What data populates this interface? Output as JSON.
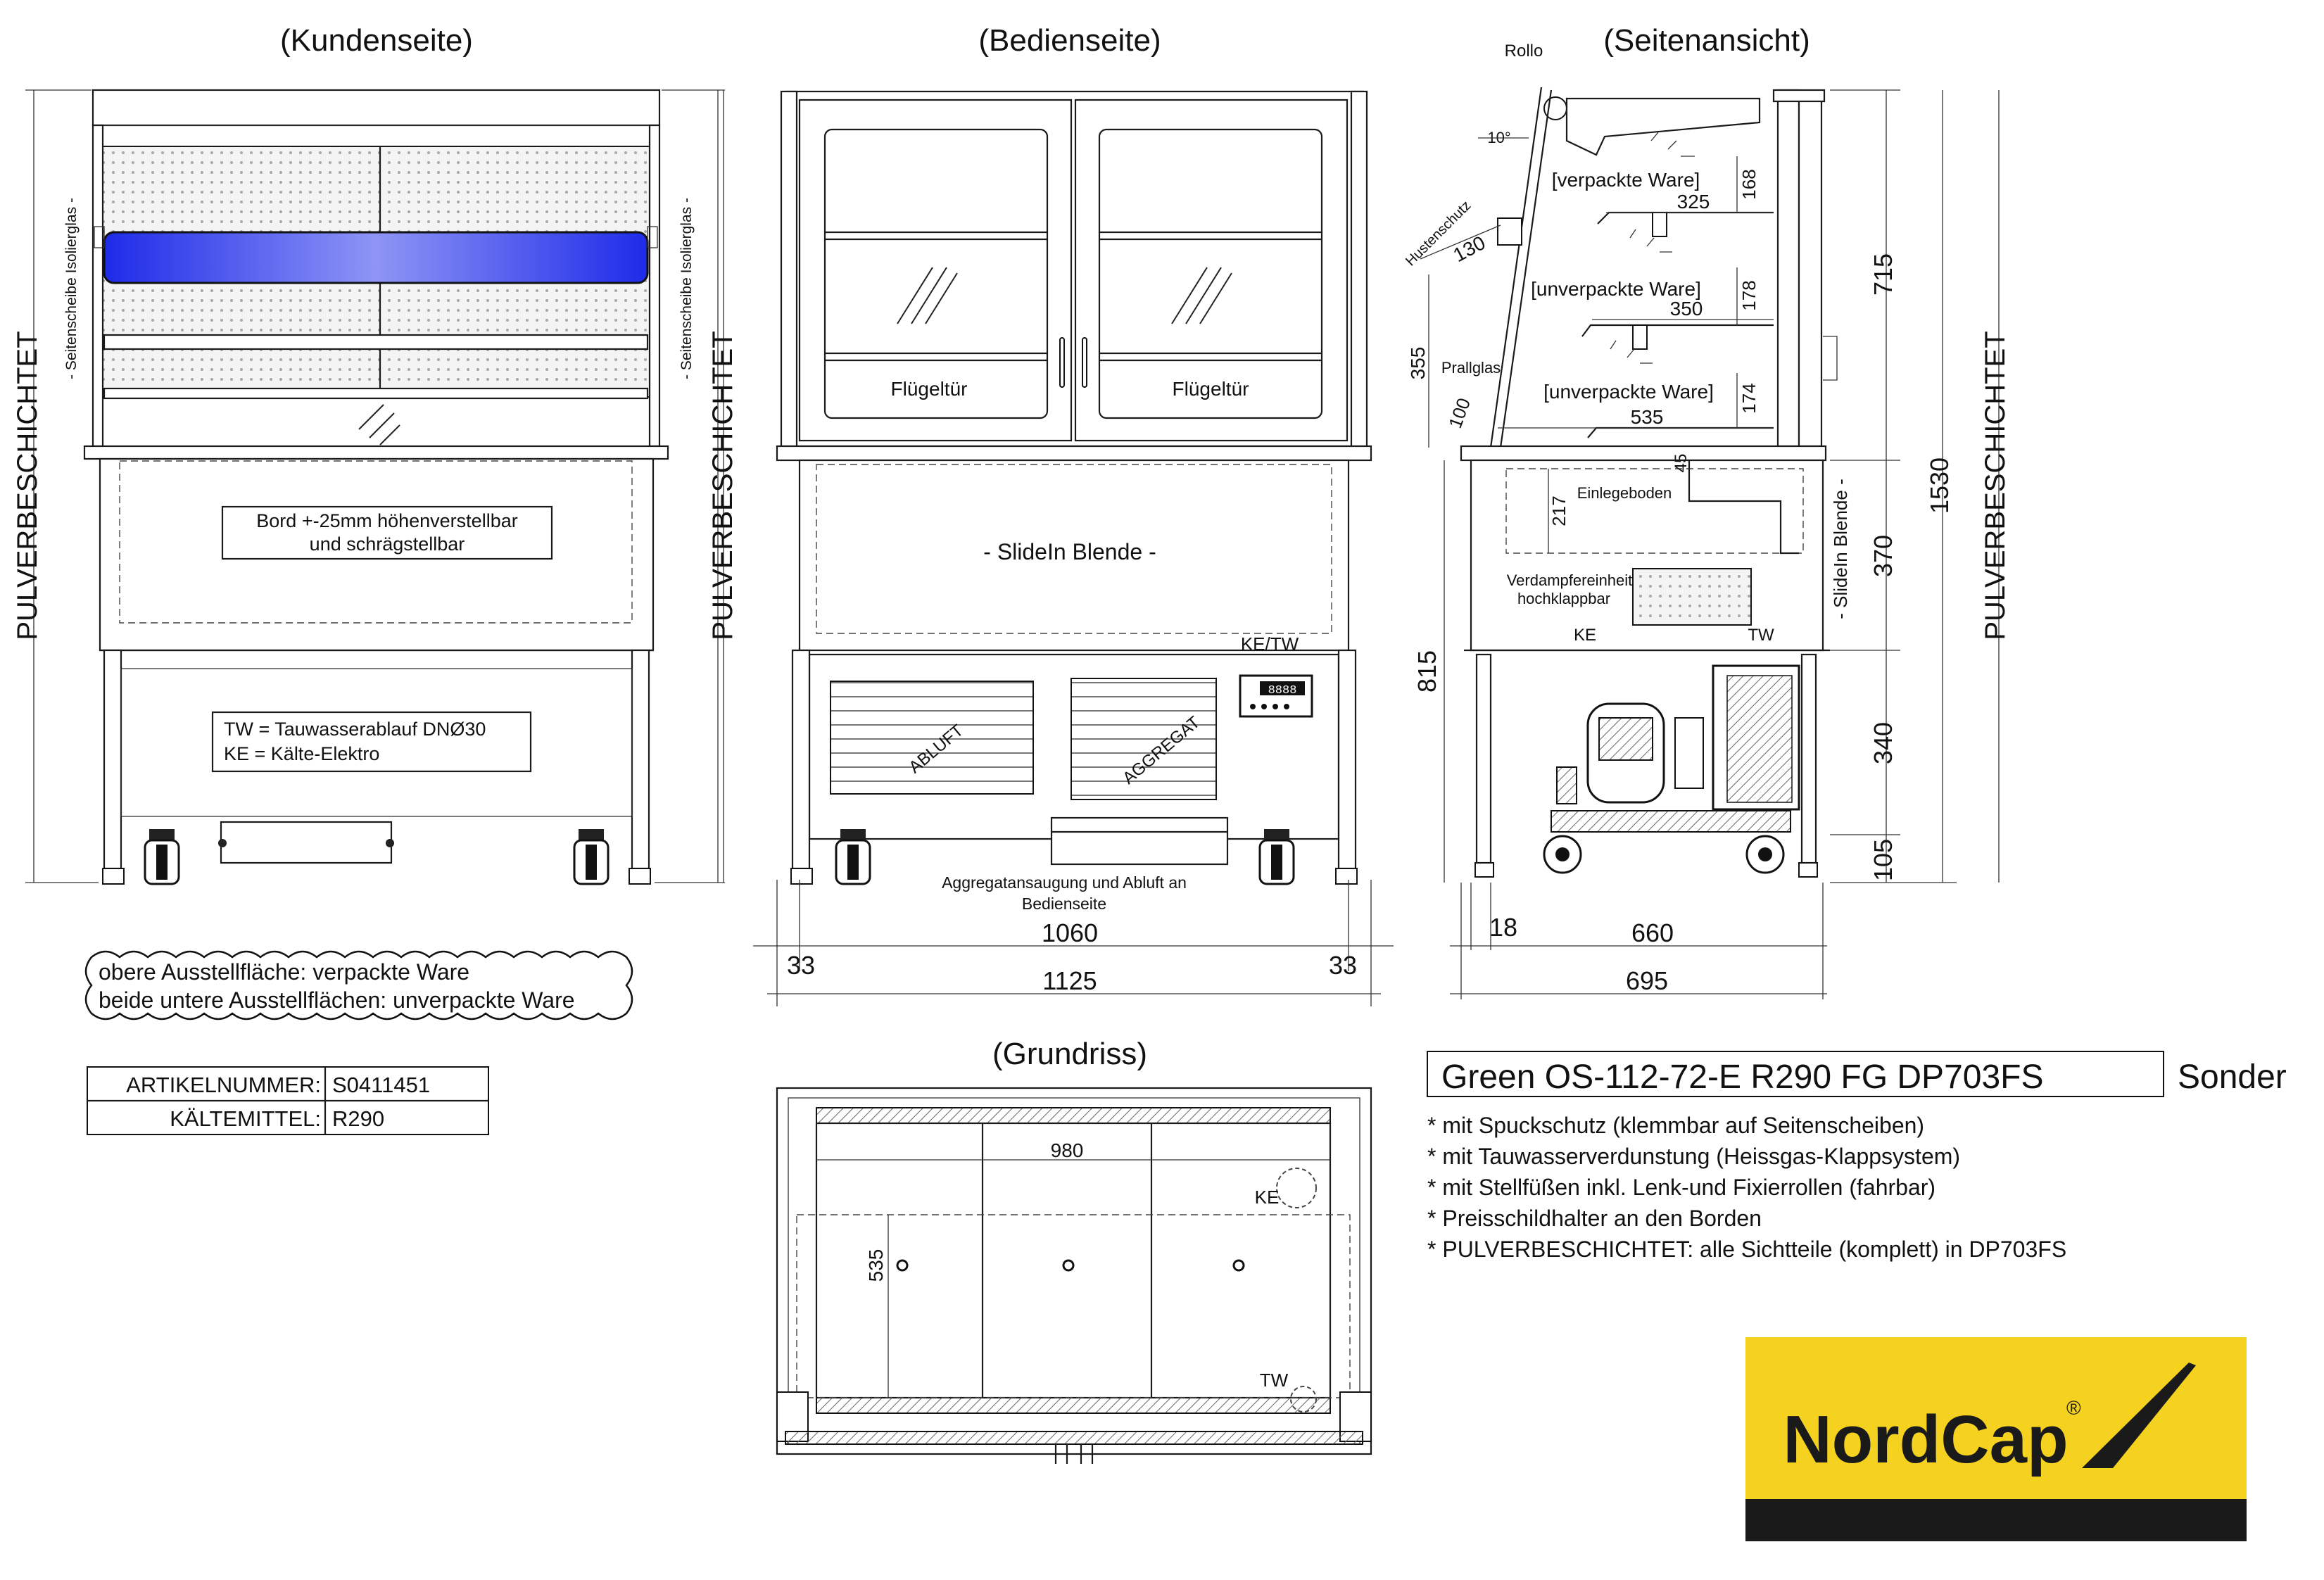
{
  "views": {
    "customer": "(Kundenseite)",
    "operator": "(Bedienseite)",
    "side": "(Seitenansicht)",
    "plan": "(Grundriss)"
  },
  "customer": {
    "side_left": "PULVERBESCHICHTET",
    "glass_left": "- Seitenscheibe Isolierglas -",
    "glass_right": "- Seitenscheibe Isolierglas -",
    "side_right": "PULVERBESCHICHTET",
    "shelf_note_1": "Bord +-25mm höhenverstellbar",
    "shelf_note_2": "und schrägstellbar",
    "legend_1": "TW = Tauwasserablauf DNØ30",
    "legend_2": "KE = Kälte-Elektro"
  },
  "operator": {
    "door_left": "Flügeltür",
    "door_right": "Flügeltür",
    "blende": "- SlideIn Blende -",
    "ke_tw": "KE/TW",
    "abluft": "ABLUFT",
    "aggregat": "AGGREGAT",
    "controller": "8888",
    "note_1": "Aggregatansaugung und Abluft an",
    "note_2": "Bedienseite",
    "dim_width_inner": "1060",
    "dim_left": "33",
    "dim_right": "33",
    "dim_width_total": "1125"
  },
  "side": {
    "rollo": "Rollo",
    "angle": "10°",
    "hustenschutz": "Hustenschutz",
    "dim_130": "130",
    "pralglas": "Prallglas",
    "dim_355": "355",
    "dim_100": "100",
    "shelf1": "[verpackte Ware]",
    "shelf2": "[unverpackte Ware]",
    "shelf3": "[unverpackte Ware]",
    "dim_325": "325",
    "dim_350": "350",
    "dim_535": "535",
    "dim_168": "168",
    "dim_178": "178",
    "dim_174": "174",
    "dim_45": "45",
    "dim_217": "217",
    "einlegeboden": "Einlegeboden",
    "verdampfer_1": "Verdampfereinheit",
    "verdampfer_2": "hochklappbar",
    "ke": "KE",
    "tw": "TW",
    "slidein": "- SlideIn Blende -",
    "dim_815": "815",
    "dim_715": "715",
    "dim_370": "370",
    "dim_340": "340",
    "dim_105": "105",
    "dim_1530": "1530",
    "side_right": "PULVERBESCHICHTET",
    "dim_18": "18",
    "dim_660": "660",
    "dim_695": "695"
  },
  "cloud": {
    "line1": "obere Ausstellfläche: verpackte Ware",
    "line2": "beide untere Ausstellflächen: unverpackte Ware"
  },
  "table": {
    "rows": [
      {
        "label": "ARTIKELNUMMER:",
        "value": "S0411451"
      },
      {
        "label": "KÄLTEMITTEL:",
        "value": "R290"
      }
    ]
  },
  "plan": {
    "dim_980": "980",
    "dim_535": "535",
    "ke": "KE",
    "tw": "TW"
  },
  "product": {
    "title": "Green OS-112-72-E R290 FG DP703FS",
    "suffix": "Sonder",
    "features": [
      "* mit Spuckschutz (klemmbar auf Seitenscheiben)",
      "* mit Tauwasserverdunstung (Heissgas-Klappsystem)",
      "* mit Stellfüßen inkl. Lenk-und Fixierrollen (fahrbar)",
      "* Preisschildhalter an den Borden",
      "* PULVERBESCHICHTET: alle Sichtteile (komplett) in DP703FS"
    ]
  },
  "logo": {
    "text": "NordCap",
    "mark": "®",
    "bg": "#F5D21F",
    "band": "#1A1A1A"
  },
  "colors": {
    "shelf_blue": "#1E2BE8",
    "line": "#1A1A1A"
  }
}
